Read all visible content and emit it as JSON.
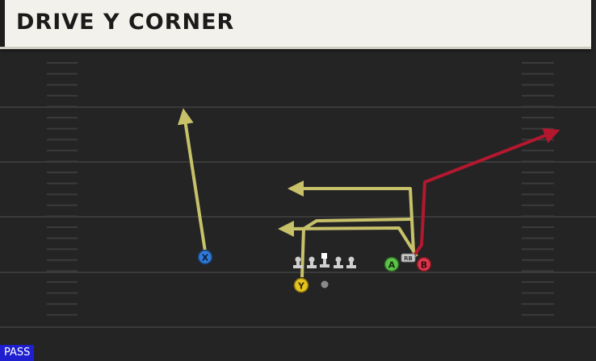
{
  "play": {
    "title": "DRIVE Y CORNER"
  },
  "badge": {
    "label": "PASS"
  },
  "players": {
    "x": {
      "label": "X",
      "color": "#2f7ad8"
    },
    "y": {
      "label": "Y",
      "color": "#e6c41f"
    },
    "a": {
      "label": "A",
      "color": "#5ec24a"
    },
    "b": {
      "label": "B",
      "color": "#d8384a"
    },
    "rb": {
      "label": "RB",
      "color": "#c8c8c8"
    }
  },
  "colors": {
    "field": "#242424",
    "yard_line": "#3a3a3a",
    "route_yellow": "#c7c16a",
    "route_red": "#b3182f",
    "badge": "#1f1fd0"
  }
}
